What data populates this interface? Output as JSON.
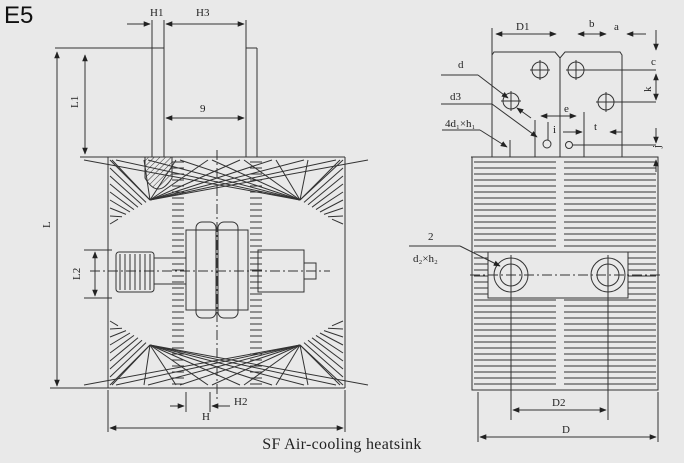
{
  "figure_code": "E5",
  "caption": "SF Air-cooling heatsink",
  "side_view_labels": {
    "H1": "H1",
    "H3": "H3",
    "L1": "L1",
    "L": "L",
    "gap": "9",
    "L2": "L2",
    "H": "H",
    "H2": "H2"
  },
  "front_view_labels": {
    "D1": "D1",
    "b": "b",
    "a": "a",
    "c": "c",
    "k": "k",
    "d": "d",
    "d3": "d3",
    "e": "e",
    "i": "i",
    "t": "t",
    "holes": "4d₁×h₁",
    "j": "j",
    "callout": "2",
    "bore": "d₂×h₂",
    "D2": "D2",
    "D": "D"
  },
  "colors": {
    "line": "#333333",
    "background": "#e9e9e9"
  }
}
